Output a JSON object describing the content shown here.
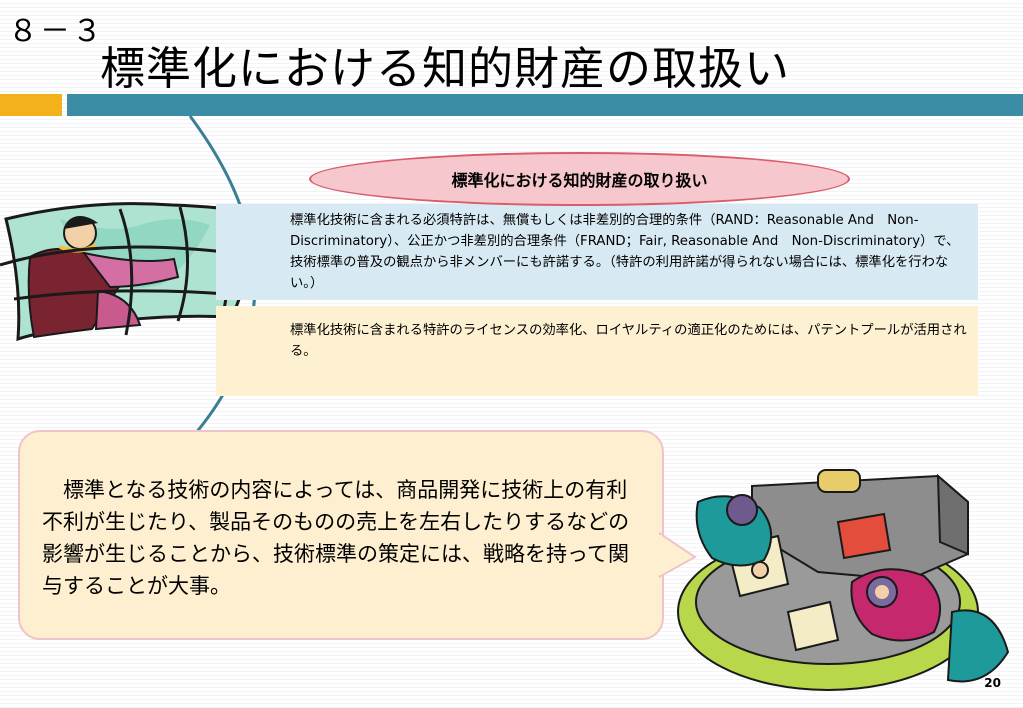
{
  "section_number": "８－３",
  "title": "標準化における知的財産の取扱い",
  "heading_oval": "標準化における知的財産の取り扱い",
  "box_rand": "標準化技術に含まれる必須特許は、無償もしくは非差別的合理的条件（RAND：Reasonable And　Non-Discriminatory）、公正かつ非差別的合理条件（FRAND；Fair, Reasonable And　Non-Discriminatory）で、技術標準の普及の観点から非メンバーにも許諾する。（特許の利用許諾が得られない場合には、標準化を行わない。）",
  "box_patent_pool": "標準化技術に含まれる特許のライセンスの効率化、ロイヤルティの適正化のためには、パテントプールが活用される。",
  "callout_text": "　標準となる技術の内容によっては、商品開発に技術上の有利不利が生じたり、製品そのものの売上を左右したりするなどの影響が生じることから、技術標準の策定には、戦略を持って関与することが大事。",
  "page_number": "20",
  "colors": {
    "accent_orange": "#f3b21b",
    "accent_teal": "#3a8da5",
    "oval_fill": "#f6c8cd",
    "oval_border": "#d95c6b",
    "box_blue": "#d7e9f3",
    "box_cream": "#fdf1d2",
    "callout_fill": "#fdefcf"
  },
  "illustrations": [
    "presenter-clipart",
    "meeting-table-clipart"
  ]
}
